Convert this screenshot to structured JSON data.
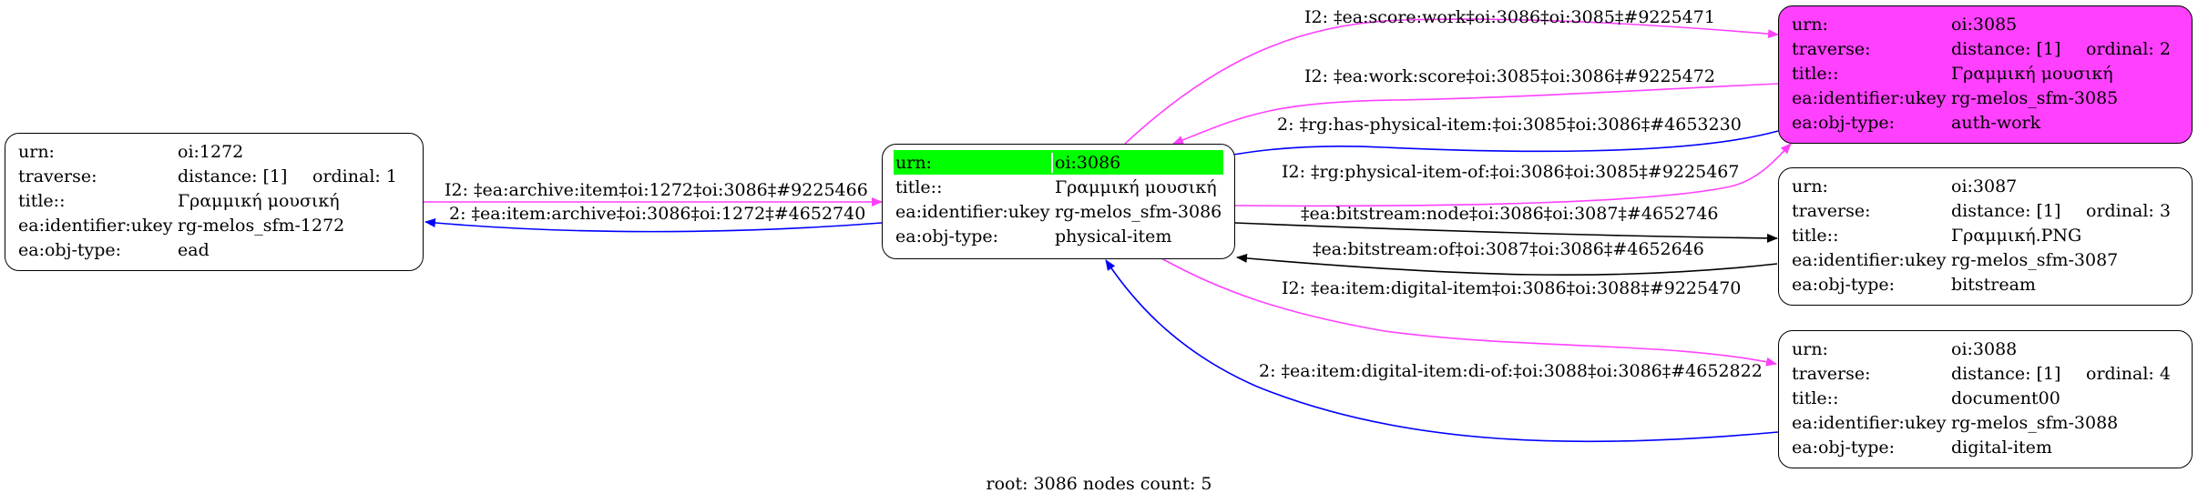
{
  "colors": {
    "magenta": "#ff40ff",
    "green": "#00ff00",
    "blue": "#0000ff",
    "black": "#000000"
  },
  "nodes": {
    "n1272": {
      "urn": "oi:1272",
      "distance": "distance: [1]",
      "ordinal": "ordinal: 1",
      "title": "Γραμμική μουσική",
      "ukey": "rg-melos_sfm-1272",
      "objtype": "ead"
    },
    "n3086": {
      "urn": "oi:3086",
      "title": "Γραμμική μουσική",
      "ukey": "rg-melos_sfm-3086",
      "objtype": "physical-item"
    },
    "n3085": {
      "urn": "oi:3085",
      "distance": "distance: [1]",
      "ordinal": "ordinal: 2",
      "title": "Γραμμική μουσική",
      "ukey": "rg-melos_sfm-3085",
      "objtype": "auth-work"
    },
    "n3087": {
      "urn": "oi:3087",
      "distance": "distance: [1]",
      "ordinal": "ordinal: 3",
      "title": "Γραμμική.PNG",
      "ukey": "rg-melos_sfm-3087",
      "objtype": "bitstream"
    },
    "n3088": {
      "urn": "oi:3088",
      "distance": "distance: [1]",
      "ordinal": "ordinal: 4",
      "title": "document00",
      "ukey": "rg-melos_sfm-3088",
      "objtype": "digital-item"
    }
  },
  "keys": {
    "urn": "urn:",
    "traverse": "traverse:",
    "title": "title::",
    "ukey": "ea:identifier:ukey",
    "objtype": "ea:obj-type:"
  },
  "edges": {
    "e1": "I2: ‡ea:archive:item‡oi:1272‡oi:3086‡#9225466",
    "e2": "2: ‡ea:item:archive‡oi:3086‡oi:1272‡#4652740",
    "e3": "I2: ‡ea:score:work‡oi:3086‡oi:3085‡#9225471",
    "e4": "I2: ‡ea:work:score‡oi:3085‡oi:3086‡#9225472",
    "e5": "2: ‡rg:has-physical-item:‡oi:3085‡oi:3086‡#4653230",
    "e6": "I2: ‡rg:physical-item-of:‡oi:3086‡oi:3085‡#9225467",
    "e7": "‡ea:bitstream:node‡oi:3086‡oi:3087‡#4652746",
    "e8": "‡ea:bitstream:of‡oi:3087‡oi:3086‡#4652646",
    "e9": "I2: ‡ea:item:digital-item‡oi:3086‡oi:3088‡#9225470",
    "e10": "2: ‡ea:item:digital-item:di-of:‡oi:3088‡oi:3086‡#4652822"
  },
  "caption": "root: 3086 nodes count: 5"
}
